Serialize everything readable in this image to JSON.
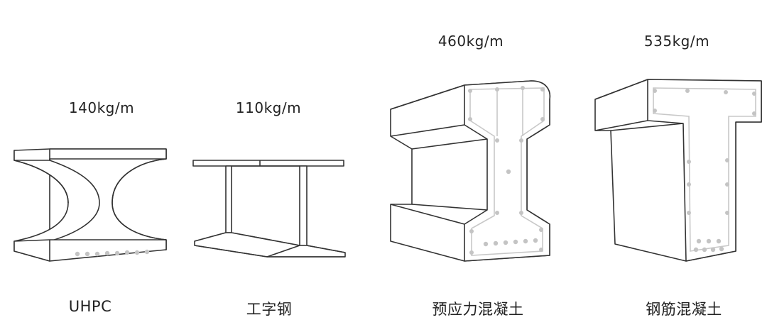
{
  "items": [
    {
      "weight": "140kg/m",
      "name": "UHPC"
    },
    {
      "weight": "110kg/m",
      "name": "工字钢"
    },
    {
      "weight": "460kg/m",
      "name": "预应力混凝土"
    },
    {
      "weight": "535kg/m",
      "name": "钢筋混凝土"
    }
  ]
}
